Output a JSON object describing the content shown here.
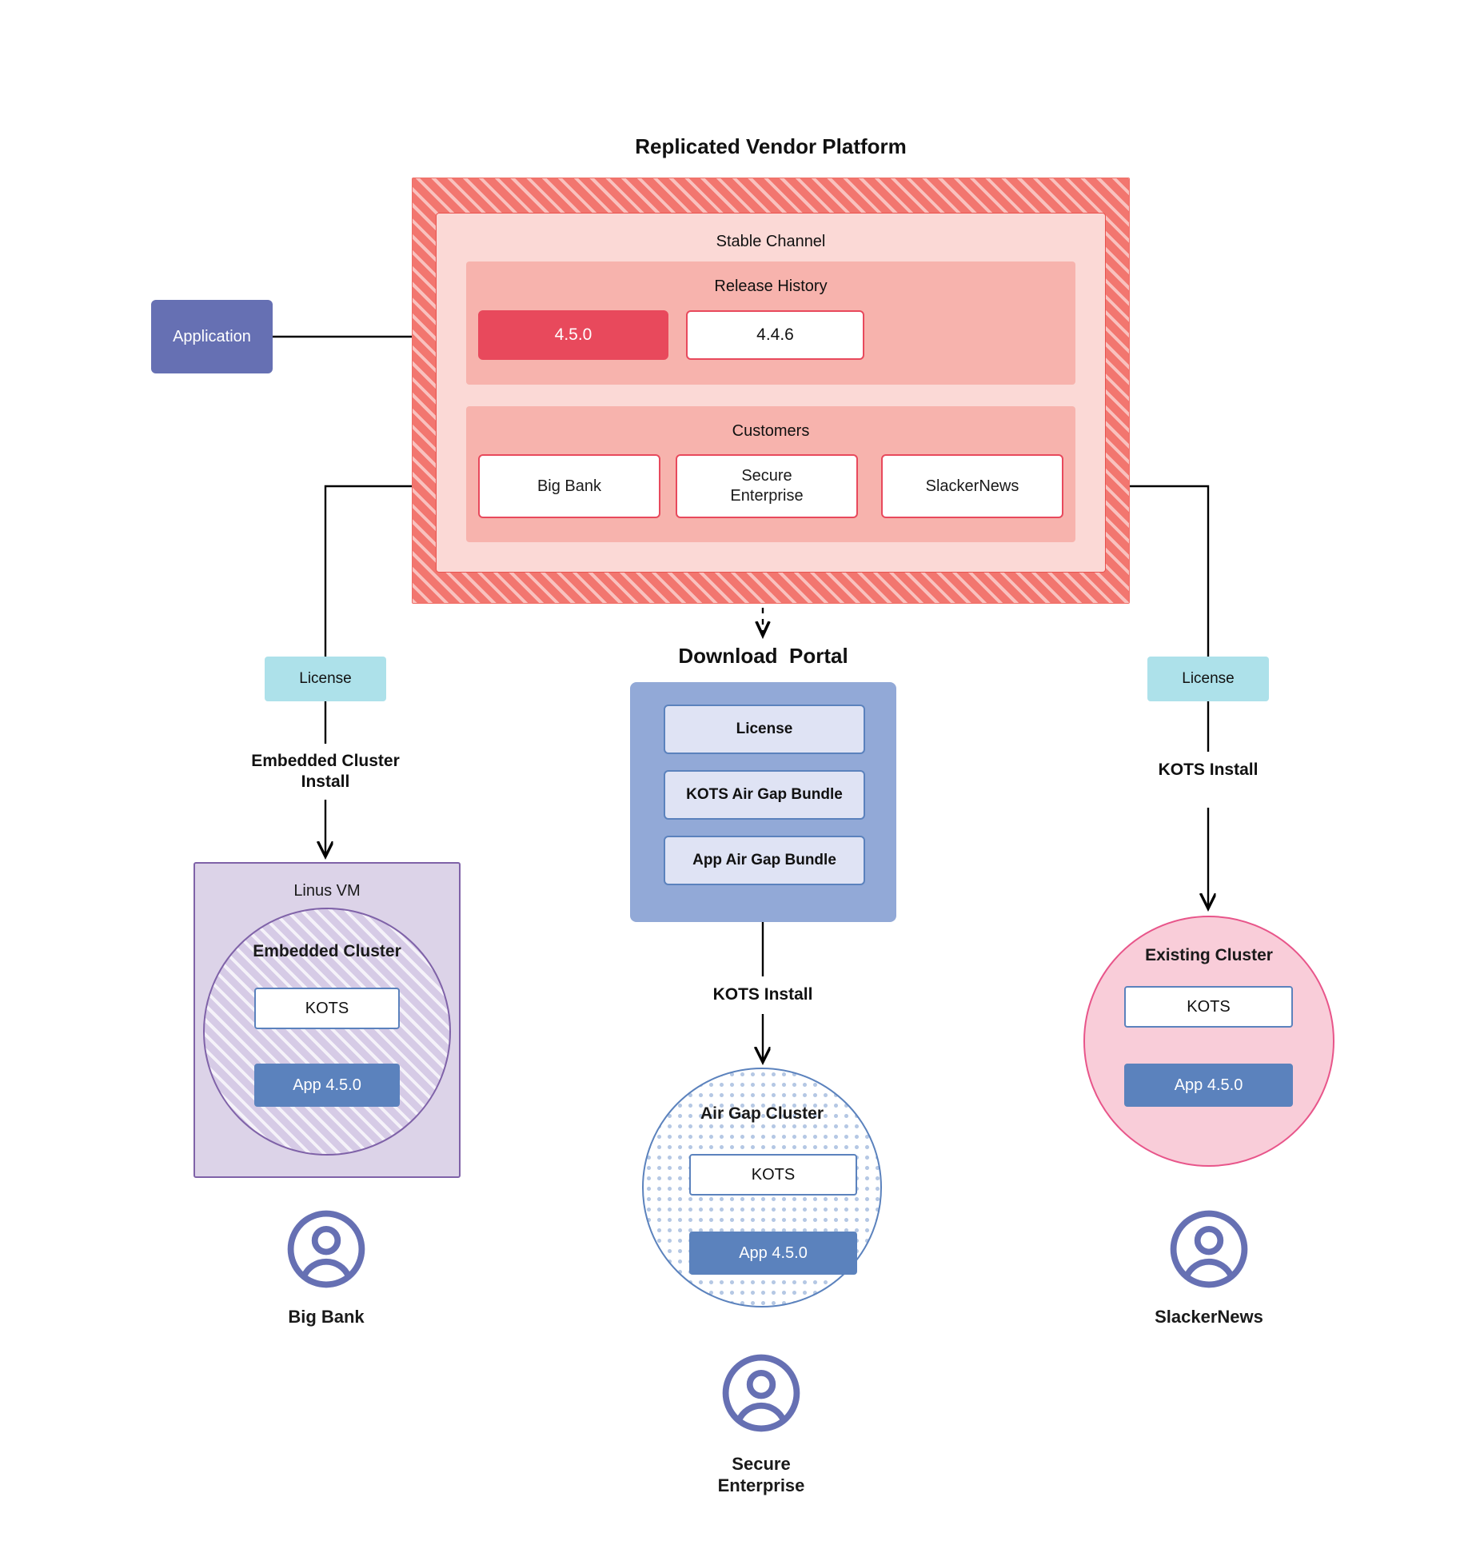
{
  "diagram": {
    "title": "Replicated Vendor Platform",
    "application_box": {
      "label": "Application"
    },
    "stable_channel": {
      "title": "Stable Channel"
    },
    "release_history": {
      "title": "Release History",
      "releases": [
        {
          "version": "4.5.0",
          "state": "current"
        },
        {
          "version": "4.4.6",
          "state": "previous"
        }
      ]
    },
    "customers": {
      "title": "Customers",
      "items": [
        {
          "name": "Big Bank"
        },
        {
          "name": "Secure\nEnterprise"
        },
        {
          "name": "SlackerNews"
        }
      ]
    },
    "licenses": {
      "left_label": "License",
      "right_label": "License"
    },
    "install_labels": {
      "embedded_cluster": "Embedded Cluster\nInstall",
      "kots_center": "KOTS Install",
      "kots_right": "KOTS Install"
    },
    "download_portal": {
      "title": "Download  Portal",
      "items": [
        {
          "label": "License"
        },
        {
          "label": "KOTS Air Gap Bundle"
        },
        {
          "label": "App Air Gap Bundle"
        }
      ]
    },
    "targets": {
      "linus_vm": {
        "title": "Linus VM",
        "inner_title": "Embedded Cluster",
        "kots": "KOTS",
        "app": "App 4.5.0"
      },
      "air_gap_cluster": {
        "title": "Air Gap Cluster",
        "kots": "KOTS",
        "app": "App 4.5.0"
      },
      "existing_cluster": {
        "title": "Existing Cluster",
        "kots": "KOTS",
        "app": "App 4.5.0"
      }
    },
    "personas": [
      {
        "name": "Big Bank",
        "icon": "user-avatar-icon"
      },
      {
        "name": "Secure\nEnterprise",
        "icon": "user-avatar-icon"
      },
      {
        "name": "SlackerNews",
        "icon": "user-avatar-icon"
      }
    ],
    "colors": {
      "platform_red": "#f2766f",
      "channel_pink": "#fbd9d6",
      "group_pink": "#f7b3ad",
      "release_current": "#e8495c",
      "application_purple": "#6670b3",
      "license_cyan": "#ade1ea",
      "portal_blue": "#92a9d7",
      "portal_item_blue": "#dfe3f4",
      "app_blue": "#5b82bd",
      "vm_purple": "#dcd3e8",
      "vm_border": "#7f62a8",
      "existing_pink": "#f9cdd9",
      "existing_border": "#e8558a",
      "avatar_purple": "#6670b3"
    }
  }
}
